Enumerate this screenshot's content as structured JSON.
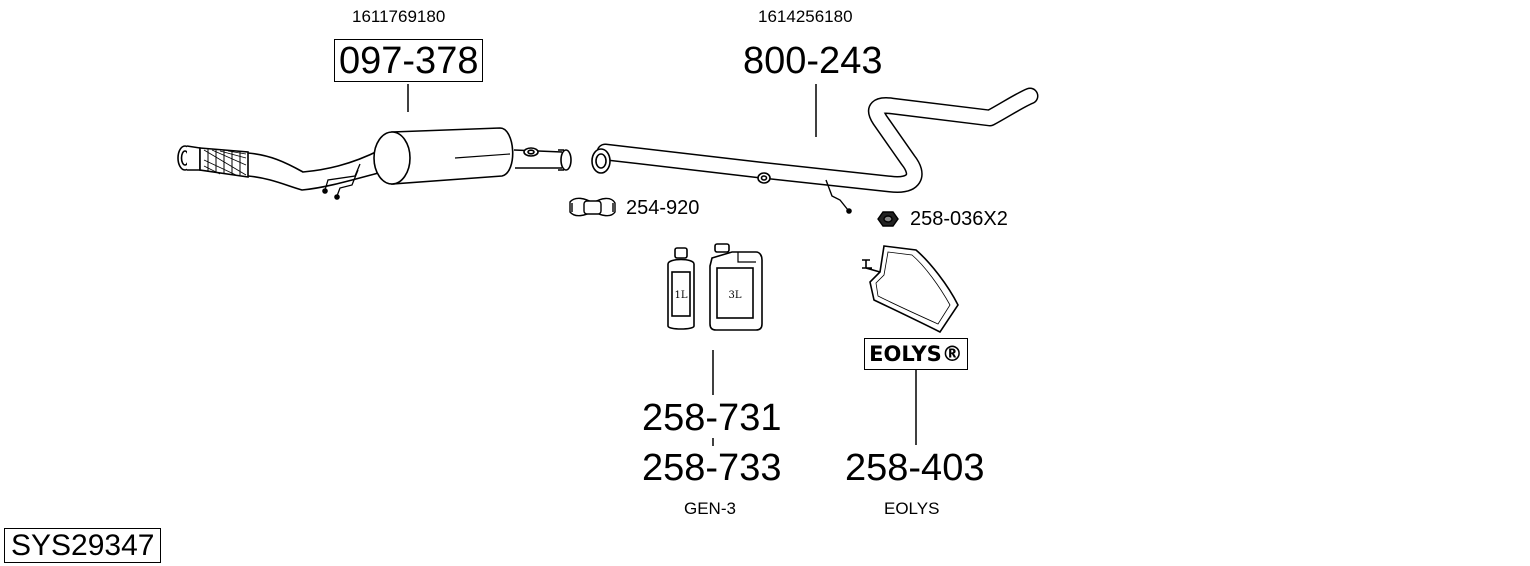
{
  "parts": {
    "muffler": {
      "oem": "1611769180",
      "number": "097-378"
    },
    "pipe": {
      "oem": "1614256180",
      "number": "800-243"
    },
    "clamp": {
      "number": "254-920"
    },
    "nut": {
      "number": "258-036X2"
    },
    "fluid": {
      "number_a": "258-731",
      "number_b": "258-733",
      "caption": "GEN-3"
    },
    "tank": {
      "number": "258-403",
      "caption": "EOLYS",
      "badge": "EOLYS®"
    }
  },
  "bottles": {
    "small": "1L",
    "large": "3L"
  },
  "system_id": "SYS29347"
}
